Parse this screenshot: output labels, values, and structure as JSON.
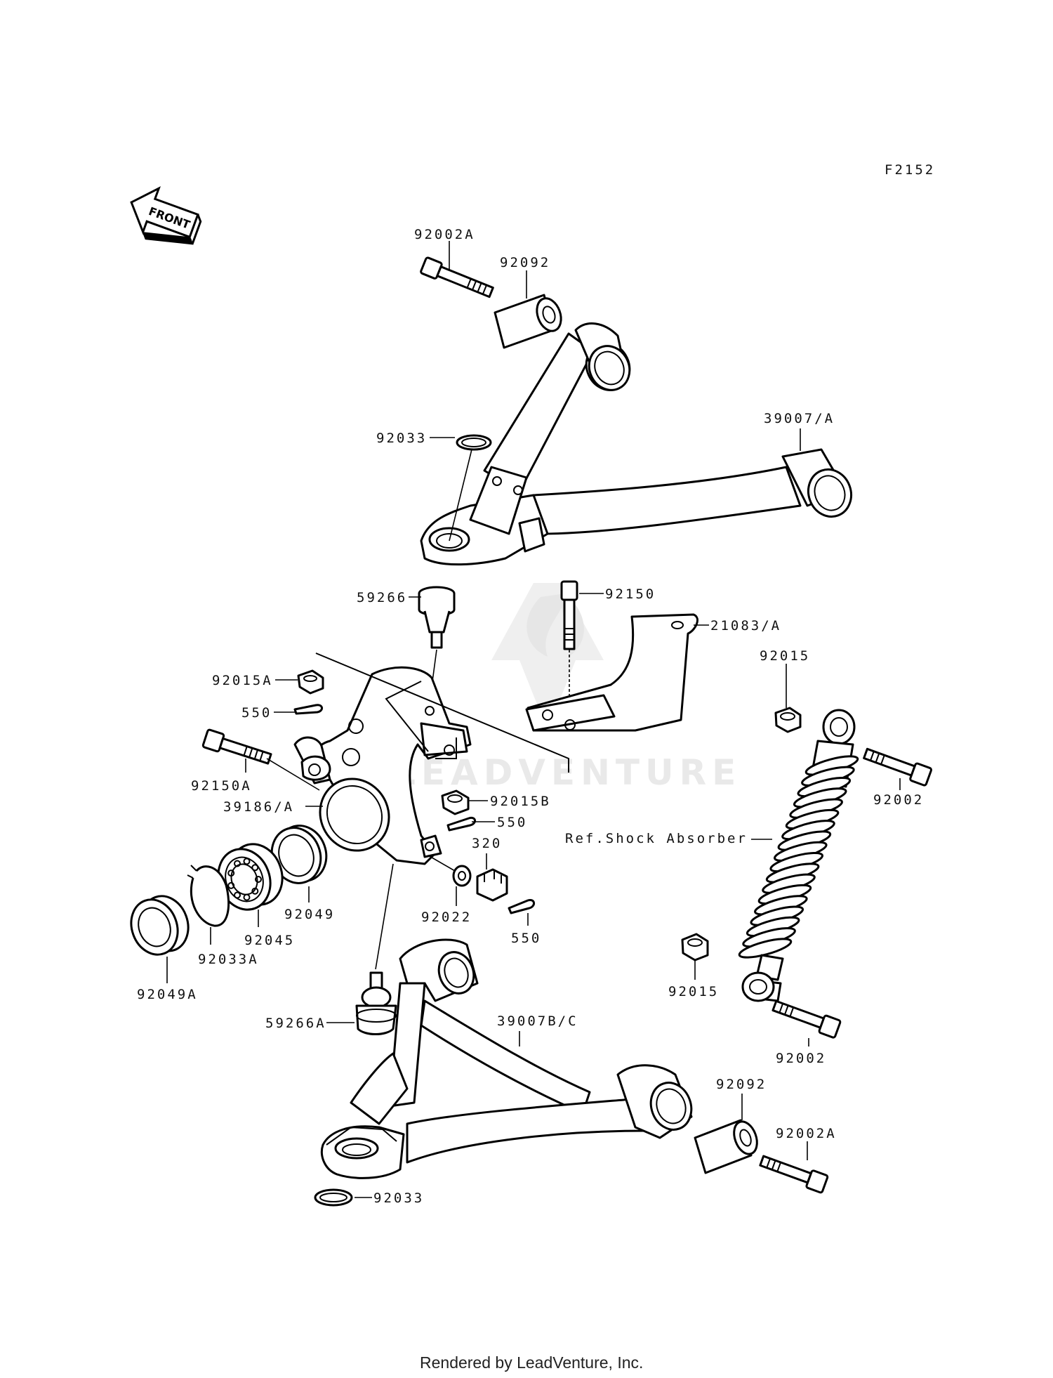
{
  "diagram_code": "F2152",
  "front_label": "FRONT",
  "footer": "Rendered by LeadVenture, Inc.",
  "watermark": "LEADVENTURE",
  "parts": {
    "p_92002A_top": "92002A",
    "p_92092_top": "92092",
    "p_39007A": "39007/A",
    "p_92033_top": "92033",
    "p_59266": "59266",
    "p_92150": "92150",
    "p_21083A": "21083/A",
    "p_92015_upper": "92015",
    "p_92015A": "92015A",
    "p_550_left": "550",
    "p_92150A": "92150A",
    "p_39186A": "39186/A",
    "p_92015B": "92015B",
    "p_550_mid": "550",
    "p_92002_upper": "92002",
    "p_ref_shock": "Ref.Shock Absorber",
    "p_320": "320",
    "p_92049": "92049",
    "p_92045": "92045",
    "p_92033A": "92033A",
    "p_92049A": "92049A",
    "p_92022": "92022",
    "p_550_low": "550",
    "p_92015_lower": "92015",
    "p_59266A": "59266A",
    "p_39007BC": "39007B/C",
    "p_92002_lower": "92002",
    "p_92092_bottom": "92092",
    "p_92002A_bottom": "92002A",
    "p_92033_bottom": "92033"
  }
}
